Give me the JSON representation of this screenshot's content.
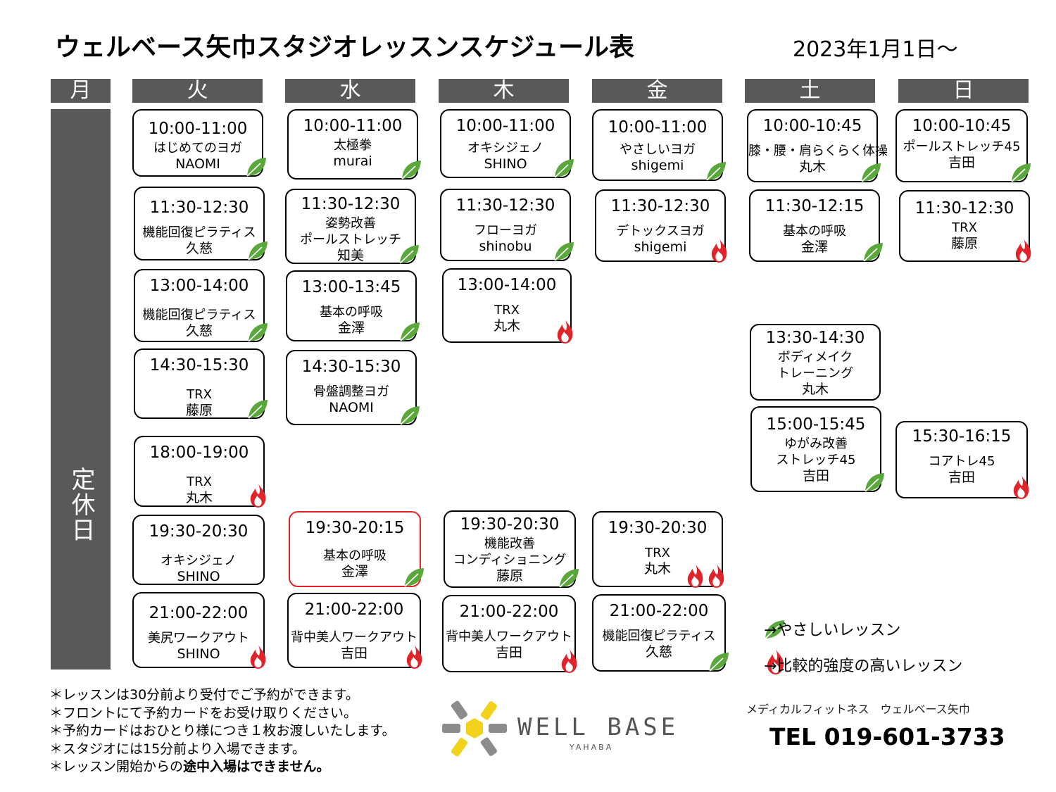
{
  "header": {
    "title": "ウェルベース矢巾スタジオレッスンスケジュール表",
    "date": "2023年1月1日～"
  },
  "days": [
    "月",
    "火",
    "水",
    "木",
    "金",
    "土",
    "日"
  ],
  "closed_label": "定休日",
  "lessons": [
    {
      "day": "火",
      "time": "10:00-11:00",
      "name": "はじめてのヨガ",
      "instructor": "NAOMI",
      "icons": [
        "leaf"
      ]
    },
    {
      "day": "火",
      "time": "11:30-12:30",
      "name": "機能回復ピラティス",
      "instructor": "久慈",
      "icons": [
        "leaf"
      ]
    },
    {
      "day": "火",
      "time": "13:00-14:00",
      "name": "機能回復ピラティス",
      "instructor": "久慈",
      "icons": [
        "leaf"
      ]
    },
    {
      "day": "火",
      "time": "14:30-15:30",
      "name": "TRX",
      "instructor": "藤原",
      "icons": [
        "leaf"
      ]
    },
    {
      "day": "火",
      "time": "18:00-19:00",
      "name": "TRX",
      "instructor": "丸木",
      "icons": [
        "flame"
      ]
    },
    {
      "day": "火",
      "time": "19:30-20:30",
      "name": "オキシジェノ",
      "instructor": "SHINO",
      "icons": []
    },
    {
      "day": "火",
      "time": "21:00-22:00",
      "name": "美尻ワークアウト",
      "instructor": "SHINO",
      "icons": [
        "flame"
      ]
    },
    {
      "day": "水",
      "time": "10:00-11:00",
      "name": "太極拳",
      "instructor": "murai",
      "icons": [
        "leaf"
      ]
    },
    {
      "day": "水",
      "time": "11:30-12:30",
      "name": "姿勢改善",
      "name2": "ポールストレッチ",
      "instructor": "知美",
      "icons": [
        "leaf"
      ]
    },
    {
      "day": "水",
      "time": "13:00-13:45",
      "name": "基本の呼吸",
      "instructor": "金澤",
      "icons": [
        "leaf"
      ]
    },
    {
      "day": "水",
      "time": "14:30-15:30",
      "name": "骨盤調整ヨガ",
      "instructor": "NAOMI",
      "icons": [
        "leaf"
      ]
    },
    {
      "day": "水",
      "time": "19:30-20:15",
      "name": "基本の呼吸",
      "instructor": "金澤",
      "icons": [
        "leaf"
      ]
    },
    {
      "day": "水",
      "time": "21:00-22:00",
      "name": "背中美人ワークアウト",
      "instructor": "吉田",
      "icons": [
        "flame"
      ]
    },
    {
      "day": "木",
      "time": "10:00-11:00",
      "name": "オキシジェノ",
      "instructor": "SHINO",
      "icons": [
        "leaf"
      ]
    },
    {
      "day": "木",
      "time": "11:30-12:30",
      "name": "フローヨガ",
      "instructor": "shinobu",
      "icons": [
        "leaf"
      ]
    },
    {
      "day": "木",
      "time": "13:00-14:00",
      "name": "TRX",
      "instructor": "丸木",
      "icons": [
        "flame"
      ]
    },
    {
      "day": "木",
      "time": "19:30-20:30",
      "name": "機能改善",
      "name2": "コンディショニング",
      "instructor": "藤原",
      "icons": [
        "leaf"
      ]
    },
    {
      "day": "木",
      "time": "21:00-22:00",
      "name": "背中美人ワークアウト",
      "instructor": "吉田",
      "icons": [
        "flame"
      ]
    },
    {
      "day": "金",
      "time": "10:00-11:00",
      "name": "やさしいヨガ",
      "instructor": "shigemi",
      "icons": [
        "leaf"
      ]
    },
    {
      "day": "金",
      "time": "11:30-12:30",
      "name": "デトックスヨガ",
      "instructor": "shigemi",
      "icons": [
        "flame"
      ]
    },
    {
      "day": "金",
      "time": "19:30-20:30",
      "name": "TRX",
      "instructor": "丸木",
      "icons": [
        "flame",
        "flame"
      ]
    },
    {
      "day": "金",
      "time": "21:00-22:00",
      "name": "機能回復ピラティス",
      "instructor": "久慈",
      "icons": [
        "leaf"
      ]
    },
    {
      "day": "土",
      "time": "10:00-10:45",
      "name": "膝・腰・肩らくらく体操",
      "instructor": "丸木",
      "icons": [
        "leaf"
      ]
    },
    {
      "day": "土",
      "time": "11:30-12:15",
      "name": "基本の呼吸",
      "instructor": "金澤",
      "icons": [
        "leaf"
      ]
    },
    {
      "day": "土",
      "time": "13:30-14:30",
      "name": "ボディメイク",
      "name2": "トレーニング",
      "instructor": "丸木",
      "icons": []
    },
    {
      "day": "土",
      "time": "15:00-15:45",
      "name": "ゆがみ改善",
      "name2": "ストレッチ45",
      "instructor": "吉田",
      "icons": [
        "leaf"
      ]
    },
    {
      "day": "日",
      "time": "10:00-10:45",
      "name": "ポールストレッチ45",
      "instructor": "吉田",
      "icons": [
        "leaf"
      ]
    },
    {
      "day": "日",
      "time": "11:30-12:30",
      "name": "TRX",
      "instructor": "藤原",
      "icons": [
        "flame"
      ]
    },
    {
      "day": "日",
      "time": "15:30-16:15",
      "name": "コアトレ45",
      "instructor": "吉田",
      "icons": [
        "flame"
      ]
    }
  ],
  "legend": {
    "leaf": "→やさしいレッスン",
    "flame": "→比較的強度の高いレッスン"
  },
  "notes": [
    "＊レッスンは30分前より受付でご予約ができます。",
    "＊フロントにて予約カードをお受け取りください。",
    "＊予約カードはおひとり様につき１枚お渡しいたします。",
    "＊スタジオには15分前より入場できます。"
  ],
  "note_last": {
    "prefix": "＊レッスン開始からの",
    "bold": "途中入場はできません。"
  },
  "brand": {
    "name": "WELL BASE",
    "sub": "YAHABA"
  },
  "footer": {
    "company": "メディカルフィットネス　ウェルベース矢巾",
    "tel": "TEL 019-601-3733"
  },
  "colors": {
    "header_bg": "#595959",
    "leaf": "#5aa83c",
    "flame": "#e0242a",
    "highlight_border": "#e0242a",
    "logo_gray": "#8c8c8c",
    "logo_yellow": "#f2d21a"
  }
}
